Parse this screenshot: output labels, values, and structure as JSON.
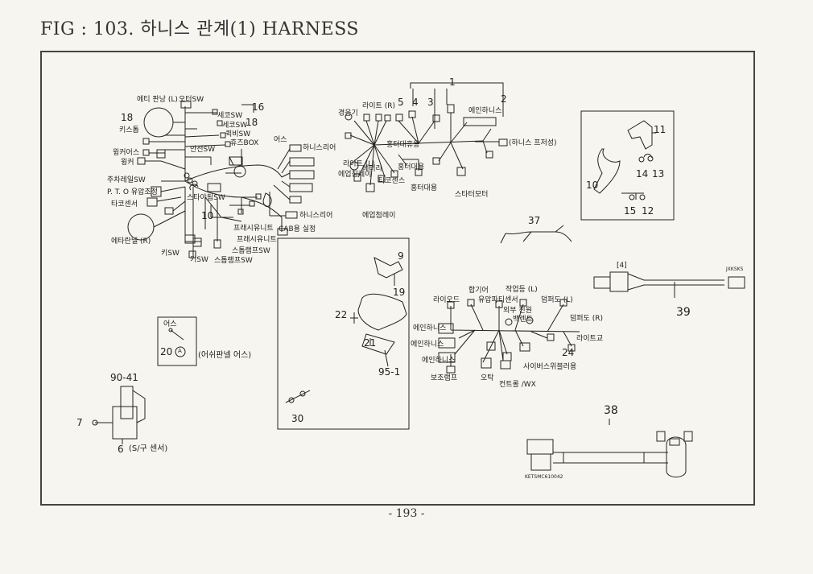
{
  "header": {
    "title": "FIG : 103. 하니스 관계(1) HARNESS"
  },
  "footer": {
    "page_number": "- 193 -"
  },
  "main_harness": {
    "labels": {
      "l1": "에티 판낭 (L)",
      "l2": "오터SW",
      "l3": "세코SW",
      "l4": "세코SW",
      "l5": "퀵비SW",
      "l6": "휴즈BOX",
      "l7": "키스톱",
      "l8": "윙커어스",
      "l9": "윙커",
      "l10": "안전SW",
      "l11": "주차레일SW",
      "l12": "P. T. O 유압조정",
      "l13": "타코센서",
      "l14": "스타야됨SW",
      "l15": "에타란넬 (R)",
      "l16": "키SW",
      "l17": "키SW",
      "l18": "프래시유니트",
      "l19": "프래시유니트",
      "l20": "스톱램프SW",
      "l21": "스톱램프SW",
      "l22": "어스",
      "l23": "하니스리어",
      "l24": "하니스리어",
      "l25": "CAB용 실정"
    },
    "numbers": {
      "n18a": "18",
      "n16": "16",
      "n18b": "18",
      "n10": "10"
    }
  },
  "front_harness": {
    "labels": {
      "f1": "경음기",
      "f2": "라이트 (R)",
      "f3": "에인하니스",
      "f4": "(하니스 프저성)",
      "f5": "라이트 (L)",
      "f6": "베터리",
      "f7": "에업침레이",
      "f8": "홍터대휴용",
      "f9": "타코센스",
      "f10": "홍터대용",
      "f11": "홍터대용",
      "f12": "스타터모터",
      "f13": "에업첨레이"
    },
    "numbers": {
      "n1": "1",
      "n5": "5",
      "n4": "4",
      "n3": "3",
      "n2": "2"
    }
  },
  "bracket": {
    "numbers": {
      "n11": "11",
      "n14": "14",
      "n13": "13",
      "n10": "10",
      "n15": "15",
      "n12": "12"
    }
  },
  "cable37": {
    "number": "37"
  },
  "cable39": {
    "number": "39",
    "tag_left": "[4]",
    "tag_right": "JXKSKS"
  },
  "steering": {
    "numbers": {
      "n9": "9",
      "n19": "19",
      "n22": "22",
      "n21": "21",
      "n95": "95-1",
      "n30": "30"
    }
  },
  "rear_harness": {
    "labels": {
      "r1": "합기어",
      "r2": "작업등 (L)",
      "r3": "라이오드",
      "r4": "유압파티센서",
      "r5": "덤퍼도 (L)",
      "r6": "외부 진원",
      "r7": "백렌트",
      "r8": "덤퍼도 (R)",
      "r9": "에인하니스",
      "r10": "에인하니스",
      "r11": "에인하니스",
      "r12": "라이트교",
      "r13": "보조램프",
      "r14": "오탁",
      "r15": "사이버스위블러용",
      "r16": "컨트롤 /WX"
    },
    "numbers": {
      "n24": "24"
    }
  },
  "ground_box": {
    "label_top": "어스",
    "number": "20",
    "circle_letter": "A",
    "caption": "(어쉬판넬 어스)"
  },
  "sensor": {
    "numbers": {
      "n90": "90-41",
      "n7": "7",
      "n6": "6"
    },
    "caption": "(S/구 센서)"
  },
  "cable38": {
    "number": "38",
    "part_code": "KETSMC610042"
  },
  "colors": {
    "line": "#222222",
    "paper": "#f7f5f0",
    "frame": "#444444"
  }
}
